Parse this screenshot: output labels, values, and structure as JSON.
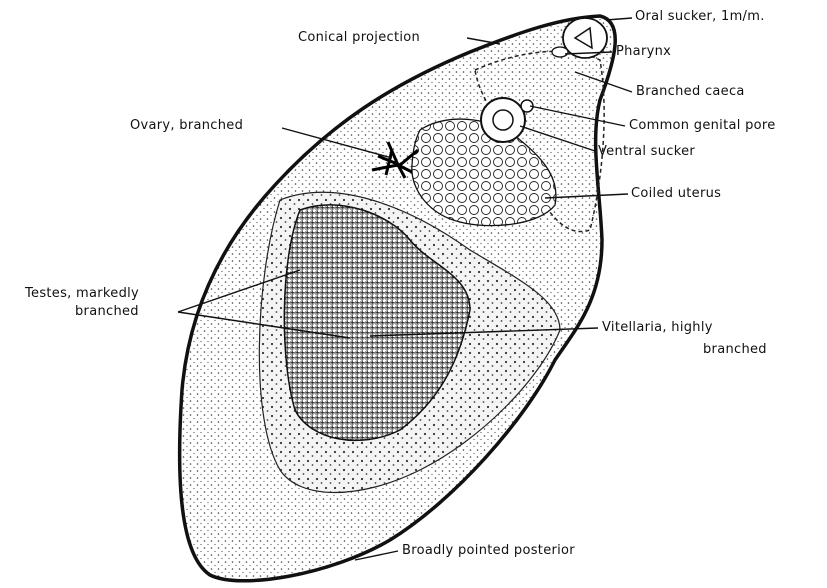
{
  "labels": {
    "conical_projection": "Conical projection",
    "oral_sucker": "Oral sucker, 1m/m.",
    "pharynx": "Pharynx",
    "branched_caeca": "Branched caeca",
    "common_genital_pore": "Common genital pore",
    "ventral_sucker": "Ventral sucker",
    "ovary": "Ovary, branched",
    "coiled_uterus": "Coiled uterus",
    "testes_line1": "Testes, markedly",
    "testes_line2": "branched",
    "vitellaria_line1": "Vitellaria,  highly",
    "vitellaria_line2": "branched",
    "posterior": "Broadly pointed posterior"
  },
  "colors": {
    "ink": "#111111",
    "paper": "#ffffff",
    "stipple": "#555555"
  }
}
